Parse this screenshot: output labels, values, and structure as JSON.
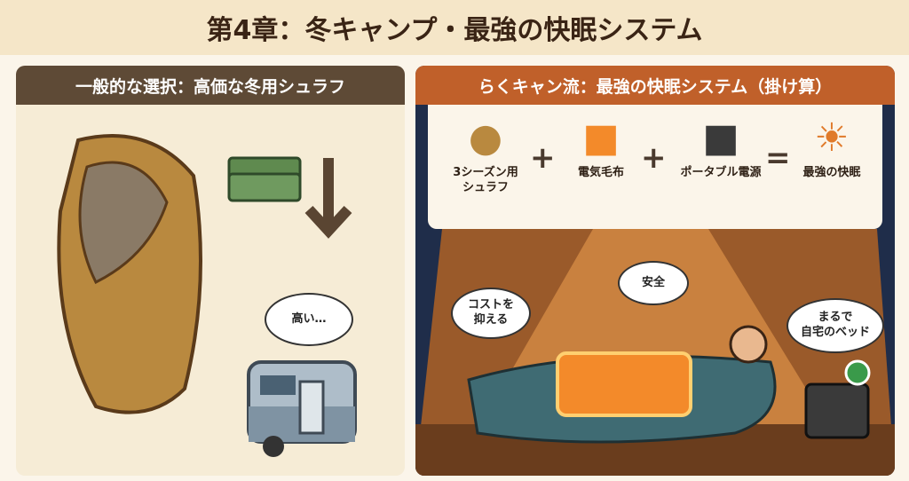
{
  "title": "第4章：冬キャンプ・最強の快眠システム",
  "left": {
    "header": "一般的な選択：高価な冬用シュラフ",
    "bubble": "高い…"
  },
  "right": {
    "header": "らくキャン流：最強の快眠システム（掛け算）",
    "items": [
      {
        "label": "3シーズン用\nシュラフ"
      },
      {
        "label": "電気毛布"
      },
      {
        "label": "ポータブル電源"
      },
      {
        "label": "最強の快眠"
      }
    ],
    "ops": [
      "+",
      "+",
      "="
    ],
    "bubbles": {
      "cost": "コストを\n抑える",
      "safe": "安全",
      "bed": "まるで\n自宅のベッド"
    }
  }
}
